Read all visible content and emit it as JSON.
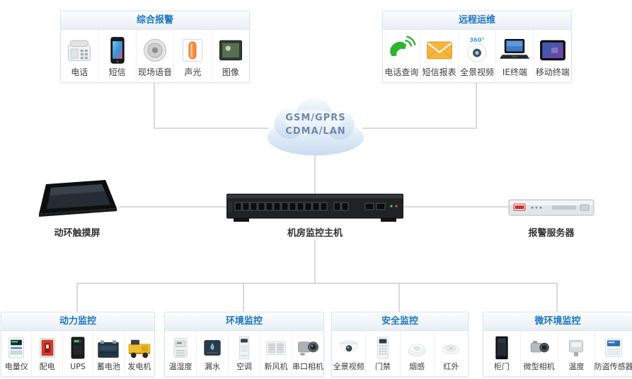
{
  "cloud": {
    "line1": "GSM/GPRS",
    "line2": "CDMA/LAN"
  },
  "devices": {
    "touchscreen": {
      "label": "动环触摸屏"
    },
    "host": {
      "label": "机房监控主机"
    },
    "alarm_server": {
      "label": "报警服务器"
    }
  },
  "panels": {
    "alarm": {
      "title": "综合报警",
      "items": [
        {
          "label": "电话",
          "icon": "telephone-icon"
        },
        {
          "label": "短信",
          "icon": "sms-phone-icon"
        },
        {
          "label": "现场语音",
          "icon": "ceiling-speaker-icon"
        },
        {
          "label": "声光",
          "icon": "strobe-siren-icon"
        },
        {
          "label": "图像",
          "icon": "image-frame-icon"
        }
      ]
    },
    "remote": {
      "title": "远程运维",
      "items": [
        {
          "label": "电话查询",
          "icon": "green-phone-icon"
        },
        {
          "label": "短信报表",
          "icon": "envelope-icon"
        },
        {
          "label": "全景视频",
          "icon": "panoramic-camera-icon",
          "badge": "360°"
        },
        {
          "label": "IE终端",
          "icon": "laptop-icon"
        },
        {
          "label": "移动终端",
          "icon": "tablet-icon"
        }
      ]
    },
    "power": {
      "title": "动力监控",
      "items": [
        {
          "label": "电量仪",
          "icon": "power-meter-icon"
        },
        {
          "label": "配电",
          "icon": "breaker-icon"
        },
        {
          "label": "UPS",
          "icon": "ups-icon"
        },
        {
          "label": "蓄电池",
          "icon": "battery-icon"
        },
        {
          "label": "发电机",
          "icon": "generator-icon"
        }
      ]
    },
    "environment": {
      "title": "环境监控",
      "items": [
        {
          "label": "温湿度",
          "icon": "temp-humidity-icon"
        },
        {
          "label": "漏水",
          "icon": "water-leak-icon"
        },
        {
          "label": "空调",
          "icon": "air-conditioner-icon"
        },
        {
          "label": "新风机",
          "icon": "fresh-air-icon"
        },
        {
          "label": "串口相机",
          "icon": "serial-camera-icon"
        }
      ]
    },
    "security": {
      "title": "安全监控",
      "items": [
        {
          "label": "全景视频",
          "icon": "dome-camera-icon"
        },
        {
          "label": "门禁",
          "icon": "access-keypad-icon"
        },
        {
          "label": "烟感",
          "icon": "smoke-detector-icon"
        },
        {
          "label": "红外",
          "icon": "infrared-detector-icon"
        }
      ]
    },
    "micro": {
      "title": "微环境监控",
      "items": [
        {
          "label": "柜门",
          "icon": "cabinet-door-icon"
        },
        {
          "label": "微型相机",
          "icon": "micro-camera-icon"
        },
        {
          "label": "温度",
          "icon": "temperature-sensor-icon"
        },
        {
          "label": "防盗传感器",
          "icon": "anti-theft-sensor-icon"
        }
      ]
    }
  },
  "colors": {
    "panel_title_blue": "#1b75c5",
    "connector_gray": "#b5b5b5",
    "cloud_text": "#6d89a6",
    "background": "#ffffff"
  }
}
